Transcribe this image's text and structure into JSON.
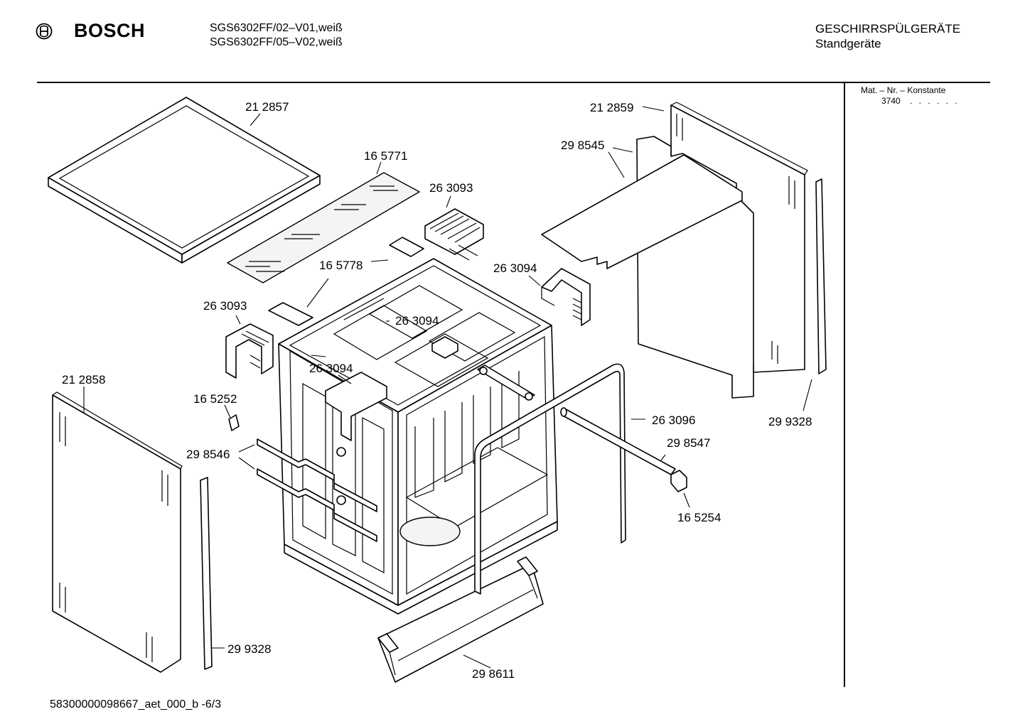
{
  "header": {
    "brand": "BOSCH",
    "models": [
      "SGS6302FF/02–V01,weiß",
      "SGS6302FF/05–V02,weiß"
    ],
    "category": "GESCHIRRSPÜLGERÄTE",
    "subcategory": "Standgeräte"
  },
  "side_panel": {
    "heading": "Mat. – Nr. – Konstante",
    "value": "3740",
    "dots": ". . . . . ."
  },
  "footer": {
    "code": "58300000098667_aet_000_b  -6/3"
  },
  "parts": {
    "worktop": "21 2857",
    "insulation_mat": "16 5771",
    "top_clip_right": "26 3093",
    "bracket_top": "16 5778",
    "mount_right": "26 3094",
    "top_clip_left": "26 3093",
    "inner_clip": "26 3094",
    "side_clip": "26 3094",
    "side_panel_left": "21 2858",
    "small_clip": "16 5252",
    "rails": "29 8546",
    "edge_strip_left": "29 9328",
    "kick_plate": "29 8611",
    "door_seal": "26 3096",
    "tube": "29 8547",
    "end_cap": "16 5254",
    "edge_strip_right": "29 9328",
    "side_panel_right": "21 2859",
    "insulation_rear": "29 8545"
  },
  "icons": {
    "logo": "bosch-logo-icon"
  }
}
